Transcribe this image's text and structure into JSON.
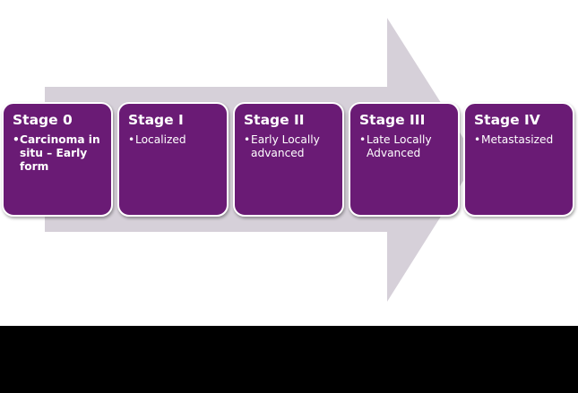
{
  "diagram": {
    "colors": {
      "box_fill": "#6a1b75",
      "box_border": "#ffffff",
      "arrow_fill": "#d6d0d9",
      "text": "#ffffff",
      "background": "#ffffff",
      "footer": "#000000"
    },
    "stages": [
      {
        "title": "Stage 0",
        "items": [
          "Carcinoma in situ – Early form"
        ],
        "bold_items": true
      },
      {
        "title": "Stage I",
        "items": [
          "Localized"
        ],
        "bold_items": false
      },
      {
        "title": "Stage II",
        "items": [
          "Early Locally advanced"
        ],
        "bold_items": false
      },
      {
        "title": "Stage III",
        "items": [
          "Late Locally Advanced"
        ],
        "bold_items": false
      },
      {
        "title": "Stage IV",
        "items": [
          "Metastasized"
        ],
        "bold_items": false
      }
    ],
    "bullet_char": "•"
  }
}
